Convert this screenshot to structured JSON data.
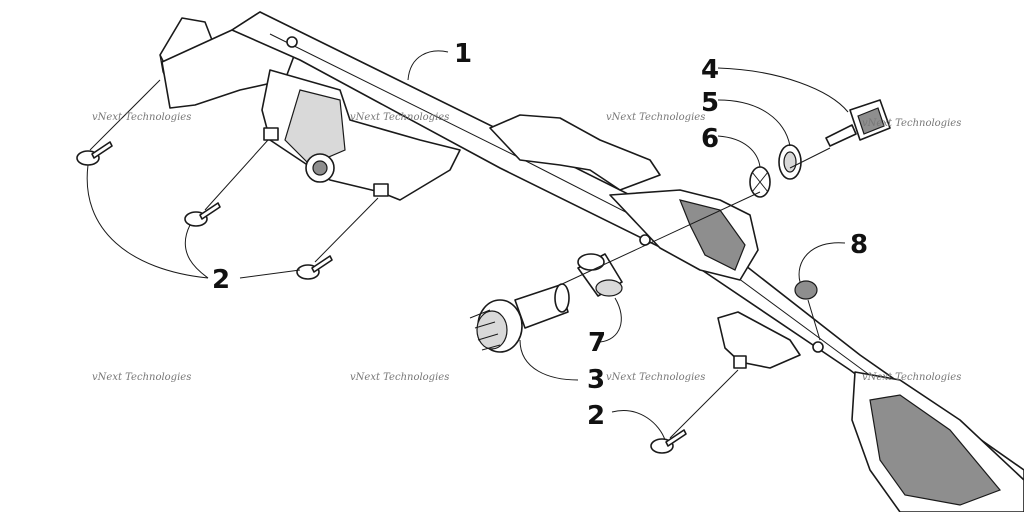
{
  "callouts": {
    "c1": "1",
    "c2a": "2",
    "c2b": "2",
    "c3": "3",
    "c4": "4",
    "c5": "5",
    "c6": "6",
    "c7": "7",
    "c8": "8"
  },
  "watermark": {
    "text": "vNext Technologies"
  },
  "colors": {
    "line": "#1a1a1a",
    "shade": "#8e8e8e",
    "watermark": "#777777"
  }
}
